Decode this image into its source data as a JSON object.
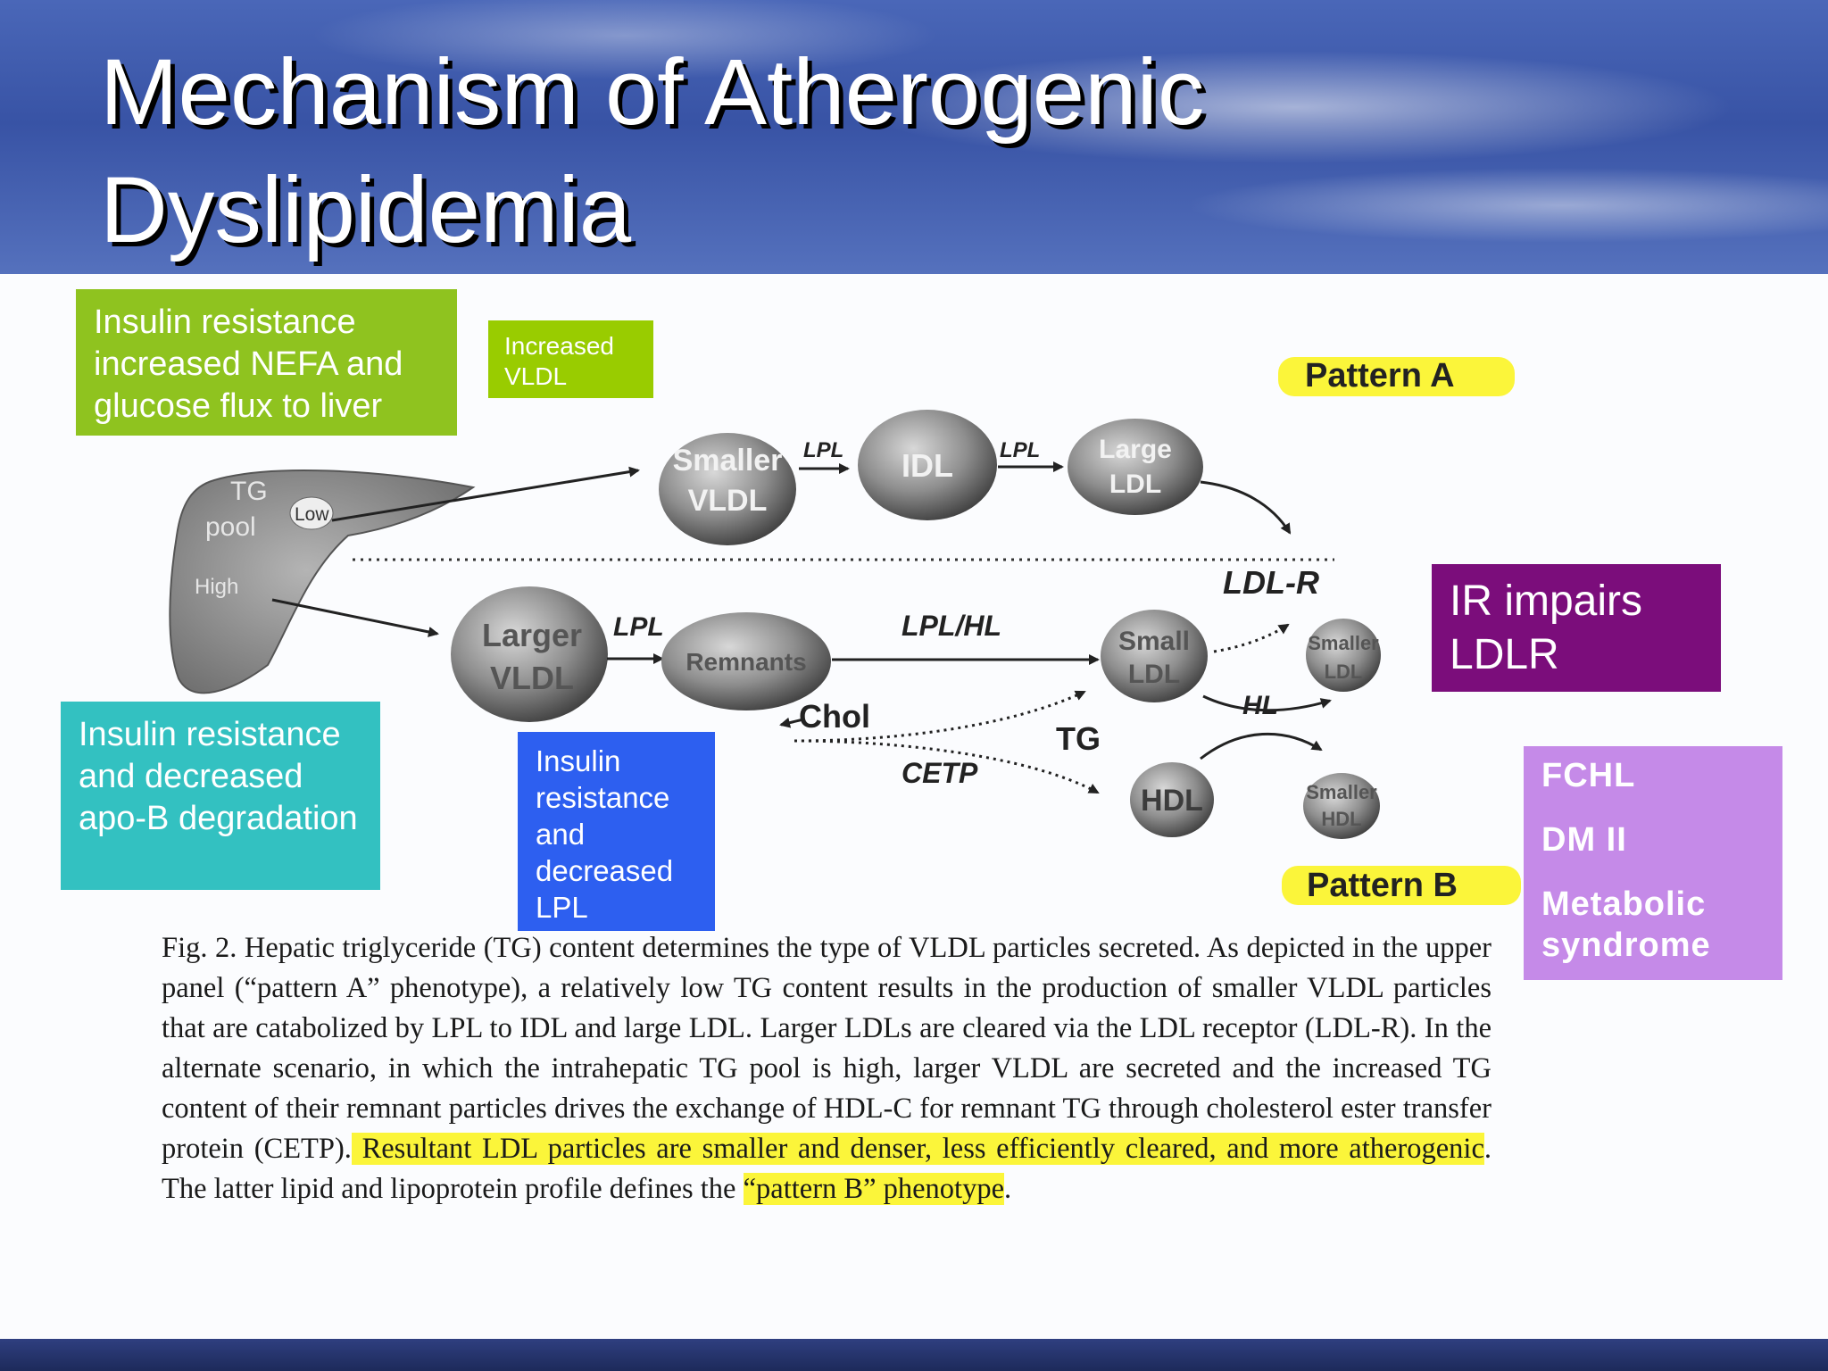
{
  "slide": {
    "title": "Mechanism of Atherogenic Dyslipidemia",
    "colors": {
      "header_sky": "#3853a5",
      "highlight": "#fbf53a"
    }
  },
  "callouts": {
    "nefa": "Insulin resistance increased NEFA and glucose flux to liver",
    "vldl": "Increased VLDL",
    "ldlr": "IR impairs LDLR",
    "apob": "Insulin resistance and decreased apo-B degradation",
    "lpl": "Insulin resistance and decreased LPL",
    "conditions": [
      "FCHL",
      "DM II",
      "Metabolic syndrome"
    ]
  },
  "diagram": {
    "pattern_a": "Pattern A",
    "pattern_b": "Pattern B",
    "liver": {
      "tg": "TG",
      "pool": "pool",
      "low": "Low",
      "high": "High"
    },
    "particles": {
      "smaller_vldl": [
        "Smaller",
        "VLDL"
      ],
      "idl": "IDL",
      "large_ldl": [
        "Large",
        "LDL"
      ],
      "larger_vldl": [
        "Larger",
        "VLDL"
      ],
      "remnants": "Remnants",
      "small_ldl": [
        "Small",
        "LDL"
      ],
      "smaller_ldl": [
        "Smaller",
        "LDL"
      ],
      "hdl": "HDL",
      "smaller_hdl": [
        "Smaller",
        "HDL"
      ]
    },
    "labels": {
      "lpl": "LPL",
      "lpl_hl": "LPL/HL",
      "ldl_r": "LDL-R",
      "hl": "HL",
      "chol": "Chol",
      "tg": "TG",
      "cetp": "CETP"
    }
  },
  "caption": {
    "lead": "Fig. 2. ",
    "plain": "Hepatic triglyceride (TG) content determines the type of VLDL particles secreted. As depicted in the upper panel (“pattern A” phenotype), a relatively low TG content results in the production of smaller VLDL particles that are catabolized by LPL to IDL and large LDL. Larger LDLs are cleared via the LDL receptor (LDL-R). In the alternate scenario, in which the intrahepatic TG pool is high, larger VLDL are secreted and the increased TG content of their remnant particles drives the exchange of HDL-C for remnant TG through cholesterol ester transfer protein (CETP).",
    "highlight1": " Resultant LDL particles are smaller and denser, less efficiently cleared, and more atherogenic",
    "middle": ". The latter lipid and lipoprotein profile defines the ",
    "highlight2": "“pattern B” phenotype",
    "end": "."
  }
}
